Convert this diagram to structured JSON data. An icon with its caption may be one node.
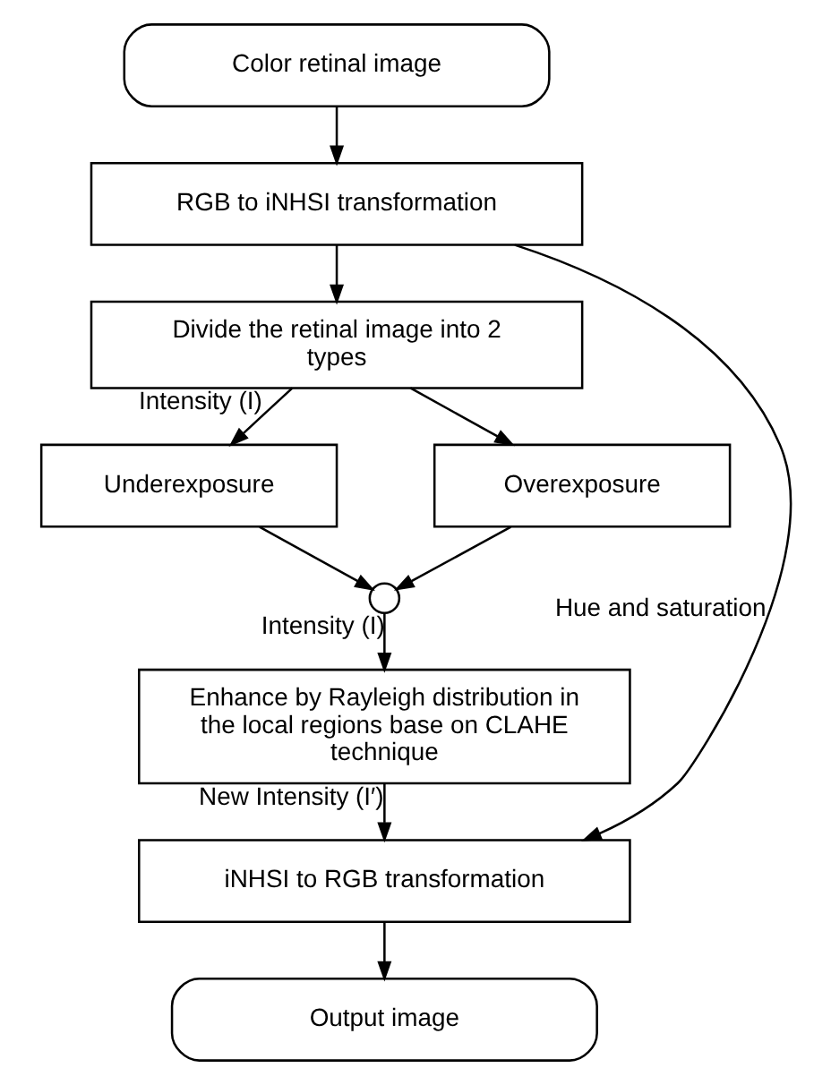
{
  "diagram": {
    "nodes": [
      {
        "text": [
          "Color retinal image"
        ]
      },
      {
        "text": [
          "RGB to iNHSI transformation"
        ]
      },
      {
        "text": [
          "Divide the retinal image into 2 types"
        ]
      },
      {
        "text": [
          "Underexposure"
        ]
      },
      {
        "text": [
          "Overexposure"
        ]
      },
      {
        "text": [],
        "shape": "circle"
      },
      {
        "text": [
          "Enhance by Rayleigh distribution in the local regions base on CLAHE technique"
        ]
      },
      {
        "text": [
          "iNHSI to RGB transformation"
        ]
      },
      {
        "text": [
          "Output image"
        ]
      }
    ],
    "edges": [
      {
        "from": 0,
        "to": 1,
        "arrow": "to"
      },
      {
        "from": 1,
        "to": 2,
        "arrow": "to"
      },
      {
        "from": 2,
        "to": 3,
        "arrow": "to",
        "label": "Intensity (I)"
      },
      {
        "from": 2,
        "to": 4,
        "arrow": "to"
      },
      {
        "from": 3,
        "to": 5,
        "arrow": "to"
      },
      {
        "from": 4,
        "to": 5,
        "arrow": "to"
      },
      {
        "from": 5,
        "to": 6,
        "arrow": "to",
        "label": "Intensity (I)"
      },
      {
        "from": 6,
        "to": 7,
        "arrow": "to",
        "label": "New Intensity (I′)"
      },
      {
        "from": 7,
        "to": 8,
        "arrow": "to"
      },
      {
        "from": 1,
        "to": 7,
        "arrow": "to",
        "label": "Hue and saturation"
      }
    ]
  }
}
